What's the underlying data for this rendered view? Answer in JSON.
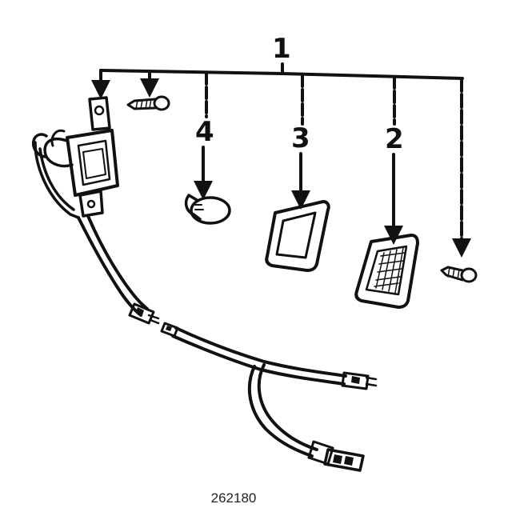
{
  "diagram": {
    "callouts": {
      "c1": "1",
      "c2": "2",
      "c3": "3",
      "c4": "4"
    },
    "figure_number": "262180",
    "ink_color": "#111111"
  }
}
